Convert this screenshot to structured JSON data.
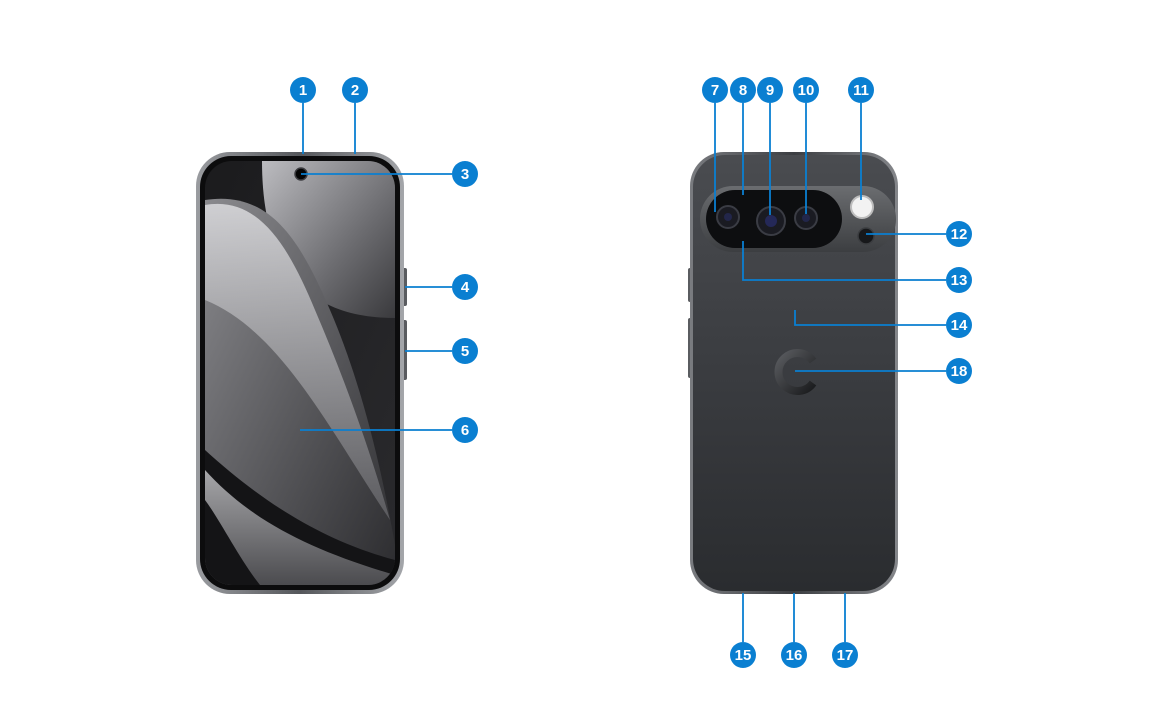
{
  "colors": {
    "callout": "#0a7fd1",
    "callout_text": "#ffffff",
    "leader_line": "#0a7fd1",
    "phone_frame": "#3a3b3f",
    "phone_back": "#2f3134"
  },
  "callouts": [
    {
      "id": "c1",
      "label": "1"
    },
    {
      "id": "c2",
      "label": "2"
    },
    {
      "id": "c3",
      "label": "3"
    },
    {
      "id": "c4",
      "label": "4"
    },
    {
      "id": "c5",
      "label": "5"
    },
    {
      "id": "c6",
      "label": "6"
    },
    {
      "id": "c7",
      "label": "7"
    },
    {
      "id": "c8",
      "label": "8"
    },
    {
      "id": "c9",
      "label": "9"
    },
    {
      "id": "c10",
      "label": "10"
    },
    {
      "id": "c11",
      "label": "11"
    },
    {
      "id": "c12",
      "label": "12"
    },
    {
      "id": "c13",
      "label": "13"
    },
    {
      "id": "c14",
      "label": "14"
    },
    {
      "id": "c15",
      "label": "15"
    },
    {
      "id": "c16",
      "label": "16"
    },
    {
      "id": "c17",
      "label": "17"
    },
    {
      "id": "c18",
      "label": "18"
    }
  ]
}
